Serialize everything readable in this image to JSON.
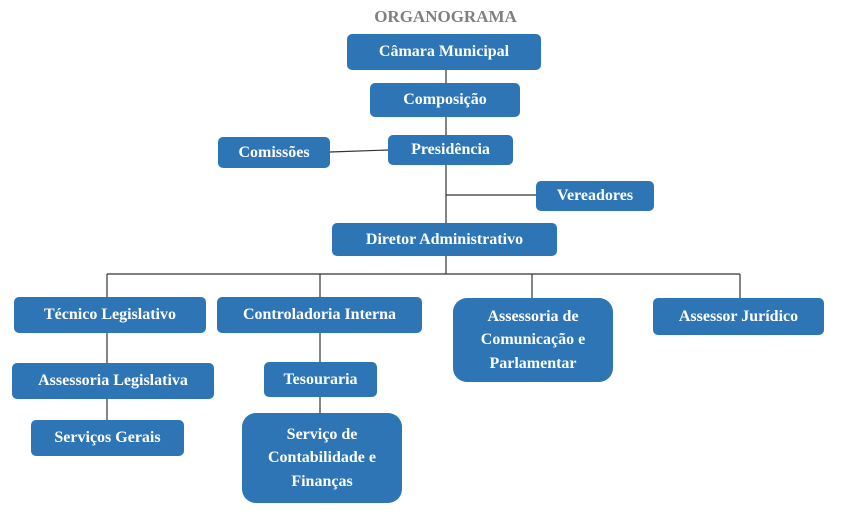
{
  "title": "ORGANOGRAMA",
  "nodes": {
    "camara": "Câmara Municipal",
    "composicao": "Composição",
    "comissoes": "Comissões",
    "presidencia": "Presidência",
    "vereadores": "Vereadores",
    "diretor": "Diretor Administrativo",
    "tecnico": "Técnico Legislativo",
    "controladoria": "Controladoria Interna",
    "assessoria_com": "Assessoria de Comunicação e Parlamentar",
    "juridico": "Assessor Jurídico",
    "assessoria_leg": "Assessoria Legislativa",
    "servicos_gerais": "Serviços Gerais",
    "tesouraria": "Tesouraria",
    "contabilidade": "Serviço de Contabilidade e Finanças"
  },
  "colors": {
    "box": "#2e75b6",
    "title": "#7f7f7f",
    "line": "#222222"
  }
}
